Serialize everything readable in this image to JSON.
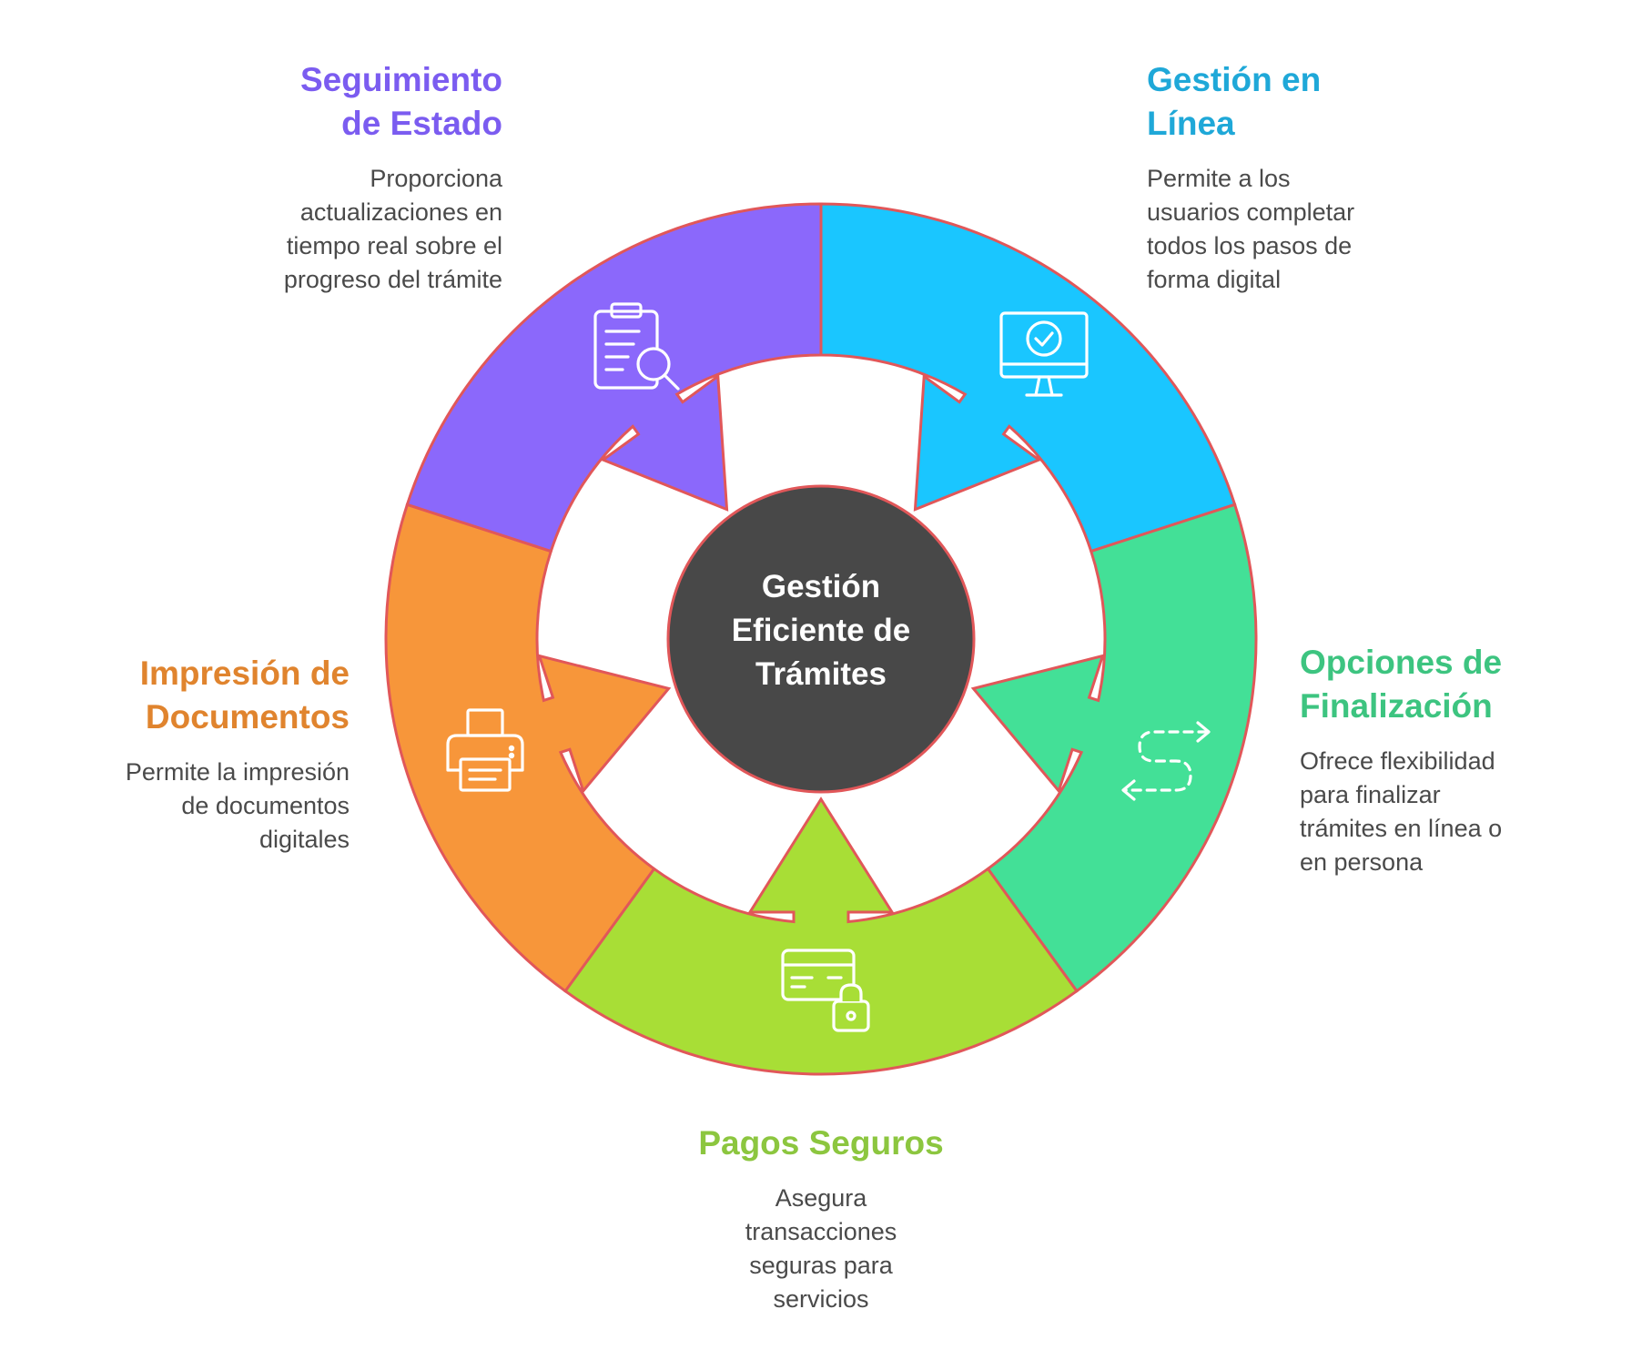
{
  "center": {
    "lines": [
      "Gestión",
      "Eficiente de",
      "Trámites"
    ],
    "color": "#484848"
  },
  "outline_color": "#E15759",
  "segments": [
    {
      "id": "seguimiento",
      "title": "Seguimiento de Estado",
      "title_lines": [
        "Seguimiento",
        "de Estado"
      ],
      "description_lines": [
        "Proporciona",
        "actualizaciones en",
        "tiempo real sobre el",
        "progreso del trámite"
      ],
      "color": "#8B68FB",
      "title_color": "#7B5CF0",
      "icon": "clipboard-search-icon"
    },
    {
      "id": "gestion-linea",
      "title": "Gestión en Línea",
      "title_lines": [
        "Gestión en",
        "Línea"
      ],
      "description_lines": [
        "Permite a los",
        "usuarios completar",
        "todos los pasos de",
        "forma digital"
      ],
      "color": "#1AC6FF",
      "title_color": "#1FA8D8",
      "icon": "monitor-check-icon"
    },
    {
      "id": "opciones",
      "title": "Opciones de Finalización",
      "title_lines": [
        "Opciones de",
        "Finalización"
      ],
      "description_lines": [
        "Ofrece flexibilidad",
        "para finalizar",
        "trámites en línea o",
        "en persona"
      ],
      "color": "#43E097",
      "title_color": "#3DC480",
      "icon": "route-icon"
    },
    {
      "id": "pagos",
      "title": "Pagos Seguros",
      "title_lines": [
        "Pagos Seguros"
      ],
      "description_lines": [
        "Asegura",
        "transacciones",
        "seguras para",
        "servicios"
      ],
      "color": "#A8DE36",
      "title_color": "#8CC63F",
      "icon": "card-lock-icon"
    },
    {
      "id": "impresion",
      "title": "Impresión de Documentos",
      "title_lines": [
        "Impresión de",
        "Documentos"
      ],
      "description_lines": [
        "Permite la impresión",
        "de documentos",
        "digitales"
      ],
      "color": "#F7963A",
      "title_color": "#E0842E",
      "icon": "printer-icon"
    }
  ]
}
